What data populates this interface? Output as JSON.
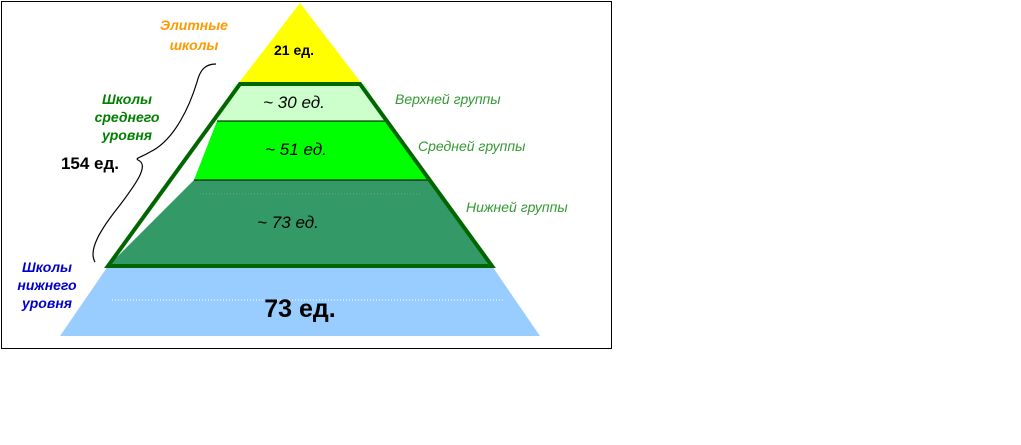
{
  "top_tier": {
    "label_line1": "Элитные",
    "label_line2": "школы",
    "count": "21 ед."
  },
  "middle_tier": {
    "label_line1": "Школы",
    "label_line2": "среднего",
    "label_line3": "уровня",
    "total": "154 ед.",
    "groups": [
      {
        "name": "Верхней группы",
        "count": "~ 30 ед."
      },
      {
        "name": "Средней группы",
        "count": "~ 51 ед."
      },
      {
        "name": "Нижней группы",
        "count": "~ 73 ед."
      }
    ]
  },
  "bottom_tier": {
    "label_line1": "Школы",
    "label_line2": "нижнего",
    "label_line3": "уровня",
    "count": "73 ед."
  },
  "colors": {
    "elite_fill": "#ffff00",
    "upper_group_fill": "#ccffcc",
    "middle_group_fill": "#00ff00",
    "lower_group_fill": "#339966",
    "bottom_fill": "#99ccff",
    "middle_border": "#006600",
    "elite_label": "#ff9900",
    "middle_label": "#008000",
    "group_label": "#339933",
    "bottom_label": "#0000cc"
  }
}
